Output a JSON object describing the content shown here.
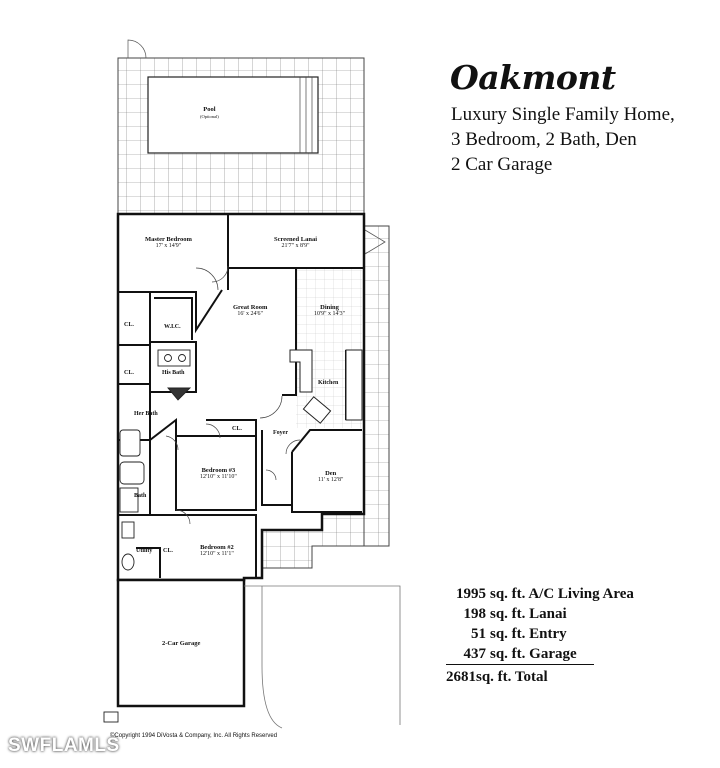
{
  "header": {
    "model_name": "Oakmont",
    "description_lines": [
      "Luxury Single Family Home,",
      "3 Bedroom, 2 Bath, Den",
      "2 Car Garage"
    ]
  },
  "areas": [
    {
      "value": "1995",
      "label": "sq. ft. A/C Living Area"
    },
    {
      "value": "198",
      "label": "sq. ft. Lanai"
    },
    {
      "value": "51",
      "label": "sq. ft. Entry"
    },
    {
      "value": "437",
      "label": "sq. ft. Garage"
    }
  ],
  "total": {
    "value": "2681",
    "label": "sq. ft. Total"
  },
  "rooms": {
    "pool": {
      "name": "Pool",
      "note": "(Optional)"
    },
    "master_bedroom": {
      "name": "Master Bedroom",
      "dims": "17' x 14'9\""
    },
    "screened_lanai": {
      "name": "Screened Lanai",
      "dims": "21'7\" x 8'9\""
    },
    "great_room": {
      "name": "Great Room",
      "dims": "16' x 24'6\""
    },
    "dining": {
      "name": "Dining",
      "dims": "10'9\" x 14'3\""
    },
    "wic": {
      "name": "W.I.C."
    },
    "closet_1": {
      "name": "CL."
    },
    "closet_2": {
      "name": "CL."
    },
    "his_bath": {
      "name": "His Bath"
    },
    "kitchen": {
      "name": "Kitchen"
    },
    "her_bath": {
      "name": "Her Bath"
    },
    "closet_3": {
      "name": "CL."
    },
    "foyer": {
      "name": "Foyer"
    },
    "bedroom3": {
      "name": "Bedroom #3",
      "dims": "12'10\" x 11'10\""
    },
    "den": {
      "name": "Den",
      "dims": "11' x 12'8\""
    },
    "bath": {
      "name": "Bath"
    },
    "utility": {
      "name": "Utility"
    },
    "closet_4": {
      "name": "CL."
    },
    "bedroom2": {
      "name": "Bedroom #2",
      "dims": "12'10\" x 11'1\""
    },
    "garage": {
      "name": "2-Car Garage"
    }
  },
  "copyright": "©Copyright 1994 DiVosta & Company, Inc. All Rights Reserved",
  "watermark": "SWFLAMLS"
}
